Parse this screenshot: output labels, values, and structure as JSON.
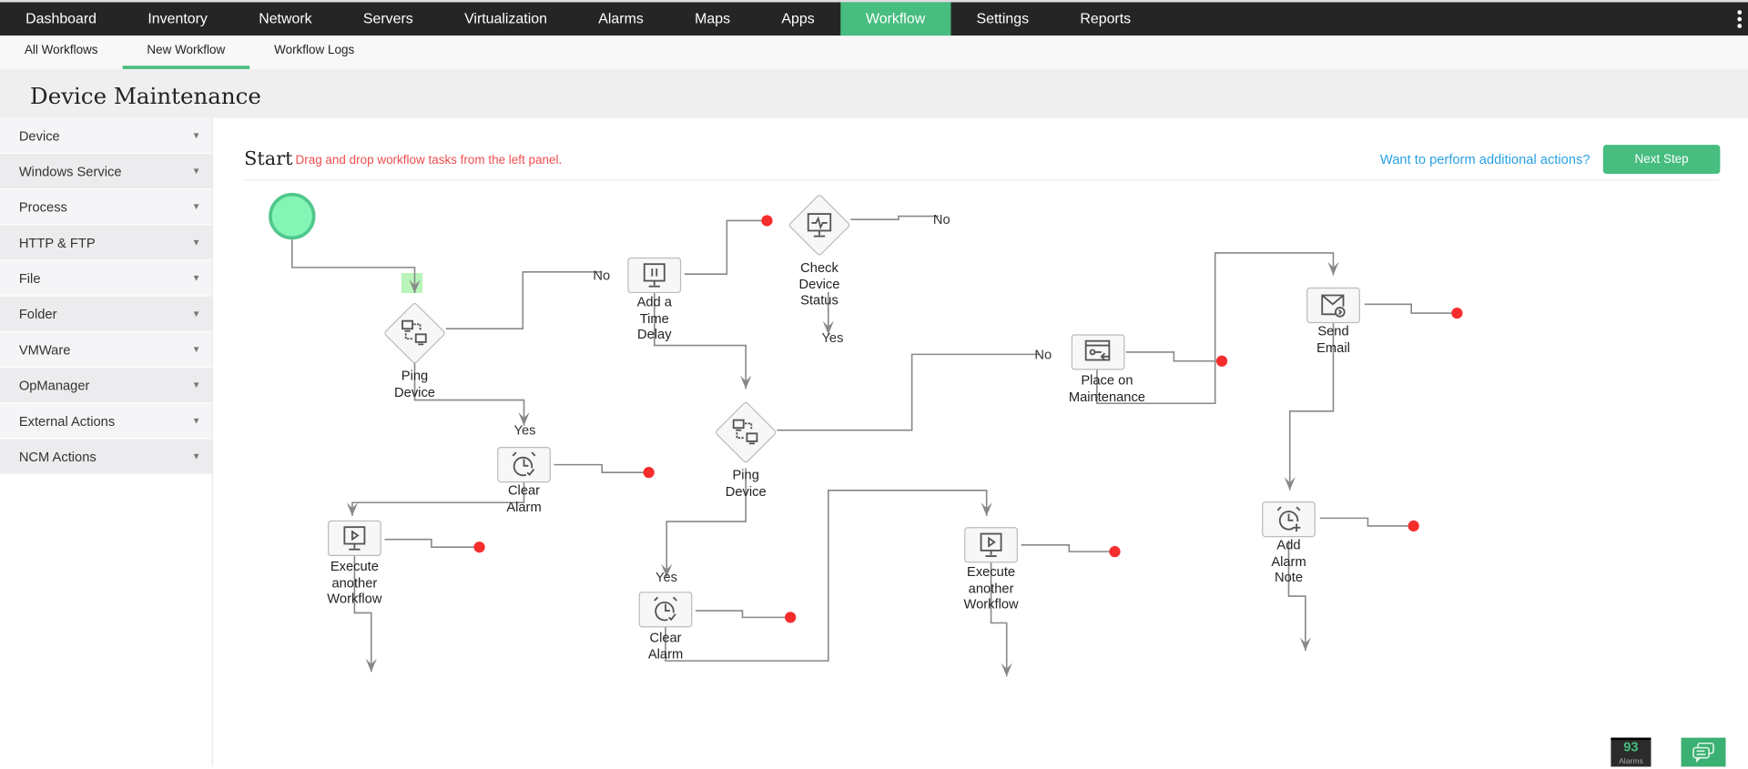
{
  "nav": {
    "items": [
      "Dashboard",
      "Inventory",
      "Network",
      "Servers",
      "Virtualization",
      "Alarms",
      "Maps",
      "Apps",
      "Workflow",
      "Settings",
      "Reports"
    ],
    "active": "Workflow",
    "accent": "#47bd7f"
  },
  "subnav": {
    "items": [
      "All Workflows",
      "New Workflow",
      "Workflow Logs"
    ],
    "active": "New Workflow"
  },
  "page_title": "Device Maintenance",
  "sidebar": {
    "items": [
      "Device",
      "Windows Service",
      "Process",
      "HTTP & FTP",
      "File",
      "Folder",
      "VMWare",
      "OpManager",
      "External Actions",
      "NCM Actions"
    ]
  },
  "header": {
    "start": "Start",
    "hint": "Drag and drop workflow tasks from the left panel.",
    "more_link": "Want to perform additional actions?",
    "next_button": "Next Step"
  },
  "nodes": {
    "ping1": {
      "label": [
        "Ping",
        "Device"
      ],
      "icon": "ping-device-icon"
    },
    "delay": {
      "label": [
        "Add a",
        "Time",
        "Delay"
      ],
      "icon": "pause-monitor-icon"
    },
    "check": {
      "label": [
        "Check",
        "Device",
        "Status"
      ],
      "icon": "device-status-monitor-icon"
    },
    "ping2": {
      "label": [
        "Ping",
        "Device"
      ],
      "icon": "ping-device-icon"
    },
    "maint": {
      "label": [
        "Place on",
        "Maintenance"
      ],
      "icon": "maintenance-icon"
    },
    "email": {
      "label": [
        "Send",
        "Email"
      ],
      "icon": "email-icon"
    },
    "clear1": {
      "label": [
        "Clear",
        "Alarm"
      ],
      "icon": "alarm-clear-icon"
    },
    "exec1": {
      "label": [
        "Execute",
        "another",
        "Workflow"
      ],
      "icon": "play-monitor-icon"
    },
    "clear2": {
      "label": [
        "Clear",
        "Alarm"
      ],
      "icon": "alarm-clear-icon"
    },
    "exec2": {
      "label": [
        "Execute",
        "another",
        "Workflow"
      ],
      "icon": "play-monitor-icon"
    },
    "note": {
      "label": [
        "Add",
        "Alarm",
        "Note"
      ],
      "icon": "alarm-add-icon"
    }
  },
  "branch": {
    "yes": "Yes",
    "no": "No"
  },
  "footer": {
    "alarm_count": "93",
    "alarm_label": "Alarms"
  }
}
